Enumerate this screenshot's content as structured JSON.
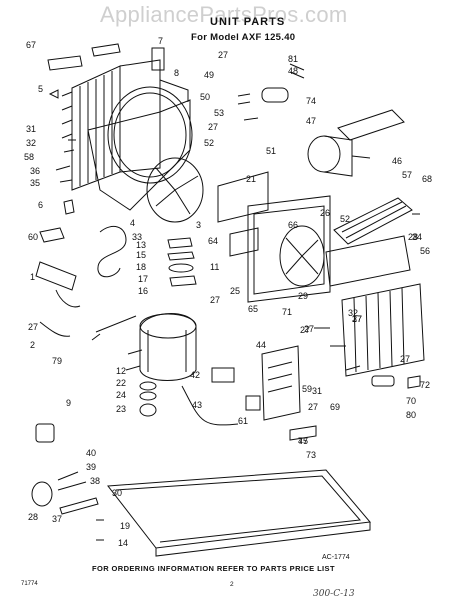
{
  "watermark": "AppliancePartsPros.com",
  "header": {
    "title": "UNIT PARTS",
    "model": "For Model AXF 125.40"
  },
  "footer": {
    "ordering_note": "FOR ORDERING INFORMATION REFER TO PARTS PRICE LIST",
    "reference_code": "AC-1774",
    "page_number": "2",
    "left_code": "71774",
    "handwritten": "300-C-13"
  },
  "callouts": [
    "67",
    "7",
    "27",
    "81",
    "48",
    "49",
    "50",
    "5",
    "8",
    "51",
    "74",
    "31",
    "32",
    "58",
    "36",
    "35",
    "6",
    "60",
    "3",
    "4",
    "33",
    "13",
    "15",
    "18",
    "17",
    "16",
    "1",
    "27",
    "2",
    "79",
    "12",
    "22",
    "24",
    "23",
    "9",
    "40",
    "39",
    "38",
    "28",
    "37",
    "19",
    "14",
    "30",
    "61",
    "42",
    "43",
    "44",
    "77",
    "73",
    "45",
    "53",
    "27",
    "52",
    "47",
    "46",
    "57",
    "68",
    "21",
    "64",
    "66",
    "26",
    "52",
    "11",
    "25",
    "65",
    "29",
    "71",
    "27",
    "34",
    "56",
    "27",
    "32",
    "59",
    "31",
    "69",
    "70",
    "80",
    "72",
    "27",
    "27",
    "27",
    "37",
    "27",
    "28"
  ]
}
